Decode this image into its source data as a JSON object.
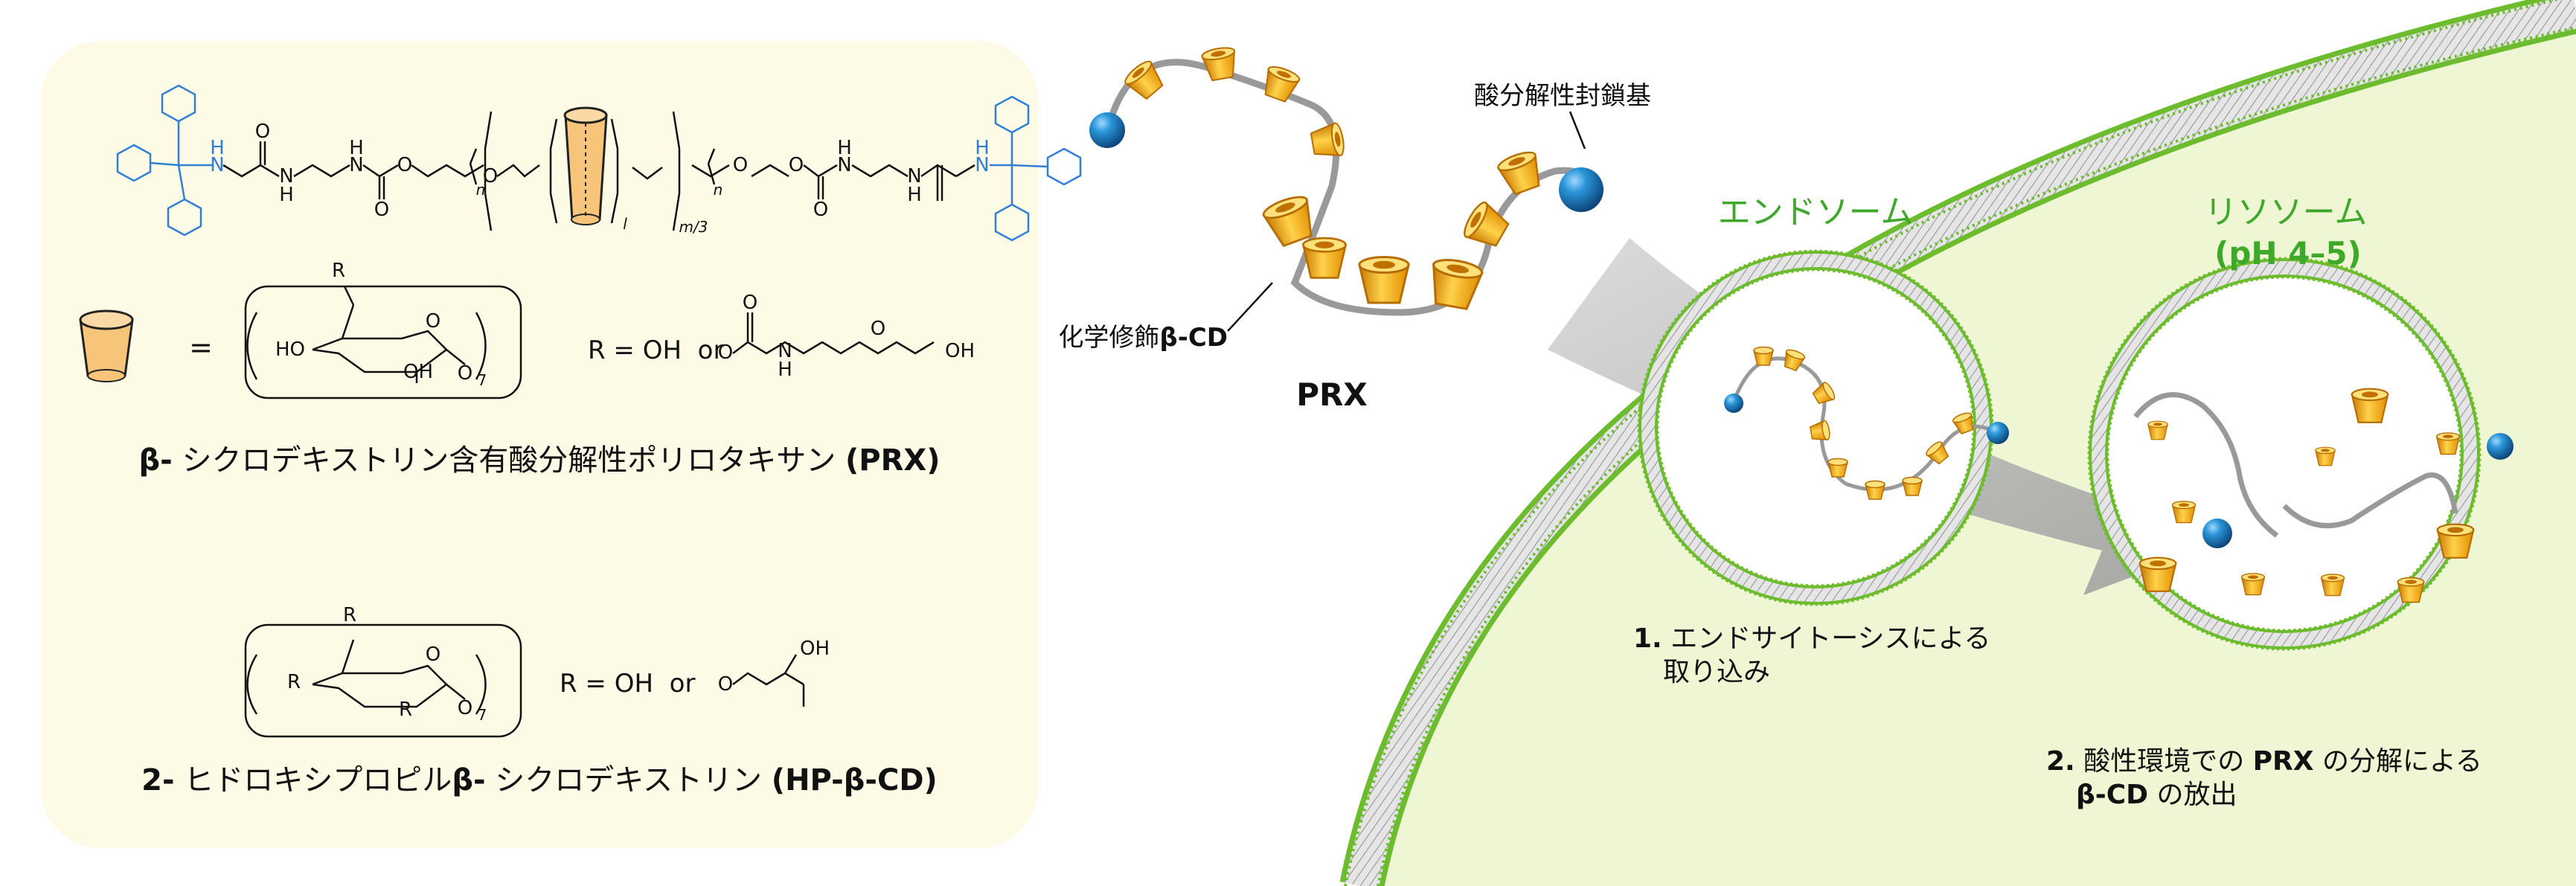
{
  "left_panel": {
    "prx_molecule_labels": {
      "nh_left": "H",
      "n_left": "N",
      "nh_mid": "N",
      "nh_mid_h": "H",
      "n_carb": "N",
      "n_carb_h": "H",
      "o_carb": "O",
      "o_carb2": "O",
      "o_link": "O",
      "peg_o": "O",
      "sub_n": "n",
      "sub_l": "l",
      "sub_m3": "m/3",
      "o_right1": "O",
      "sub_n_right": "n",
      "n_right1": "N",
      "n_right1_h": "H",
      "n_right2": "N",
      "n_right2_h": "H",
      "o_right_carb": "O",
      "o_right_amide": "O",
      "n_right3": "N",
      "n_right3_h": "H"
    },
    "cd_def": {
      "equals": "=",
      "r_label": "R",
      "ho": "HO",
      "oh": "OH",
      "o_ring": "O",
      "o_glyco": "O",
      "sub7": "7",
      "r_options": "R = OH  or",
      "o_sub": "O",
      "o_sub_dbl": "O",
      "n_sub": "N",
      "n_sub_h": "H",
      "o_sub_ether": "O",
      "oh_sub_end": "OH"
    },
    "prx_caption_bold": "β-",
    "prx_caption_text": " シクロデキストリン含有酸分解性ポリロタキサン ",
    "prx_caption_abbr": "(PRX)",
    "hp_def": {
      "r1": "R",
      "r2": "R",
      "r3": "R",
      "o_ring": "O",
      "o_glyco": "O",
      "sub7": "7",
      "r_options": "R = OH  or",
      "o_sub": "O",
      "oh_sub": "OH"
    },
    "hp_caption_bold1": "2-",
    "hp_caption_text1": " ヒドロキシプロピル",
    "hp_caption_bold2": "β-",
    "hp_caption_text2": " シクロデキストリン ",
    "hp_caption_abbr": "(HP-β-CD)"
  },
  "right_panel": {
    "cap_label": "酸分解性封鎖基",
    "cd_label_text": "化学修飾",
    "cd_label_bold": "β-CD",
    "prx_label": "PRX",
    "endosome_label": "エンドソーム",
    "lysosome_label": "リソソーム",
    "lysosome_ph": "(pH 4–5)",
    "step1_num": "1.",
    "step1_line1": "エンドサイトーシスによる",
    "step1_line2": "取り込み",
    "step2_num": "2.",
    "step2_line1_a": "酸性環境での",
    "step2_line1_b": "PRX",
    "step2_line1_c": "の分解による",
    "step2_line2_a": "β-CD",
    "step2_line2_b": "の放出"
  },
  "colors": {
    "panel_bg": "#fdfbe6",
    "blue_groups": "#2f7fd6",
    "cell_fill": "#eef6d3",
    "membrane": "#6cbc2e",
    "organelle_label": "#3ea82a",
    "cd_orange": "#f5a81c",
    "cap_blue": "#1f86c9"
  }
}
